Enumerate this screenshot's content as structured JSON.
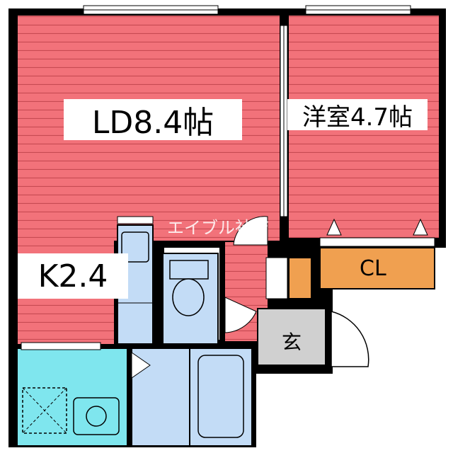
{
  "rooms": {
    "ld": {
      "label": "LD8.4帖"
    },
    "bedroom": {
      "label": "洋室4.7帖"
    },
    "kitchen": {
      "label": "K2.4"
    },
    "closet": {
      "label": "CL"
    },
    "entrance": {
      "label": "玄"
    }
  },
  "watermark": "エイブル社店",
  "colors": {
    "floor_red": "#f2727a",
    "floor_line": "#c74a52",
    "wall": "#000000",
    "closet": "#f0a050",
    "wet_blue": "#c3dcf6",
    "bath_cyan": "#7fe6ee",
    "entrance_gray": "#d0d0d0"
  }
}
